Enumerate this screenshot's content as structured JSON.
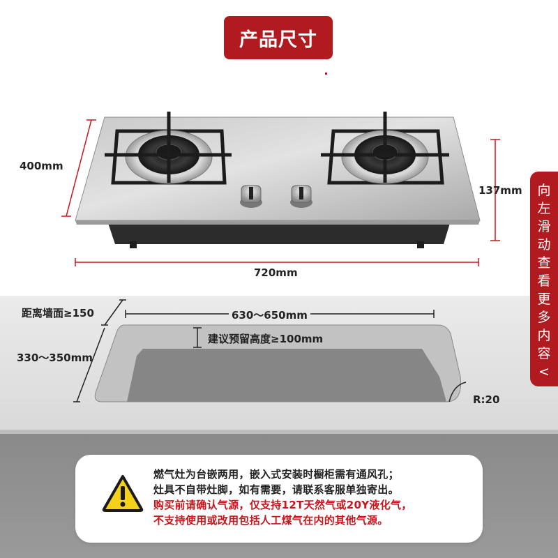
{
  "title": "产品尺寸",
  "dimensions": {
    "depth": "400mm",
    "height": "137mm",
    "width": "720mm",
    "cutout_width": "630～650mm",
    "wall_distance": "距离墙面≥150",
    "cutout_depth": "330～350mm",
    "reserved_height": "建议预留高度≥100mm",
    "corner_radius": "R:20"
  },
  "side_tab": {
    "chars": [
      "向",
      "左",
      "滑",
      "动",
      "查",
      "看",
      "更",
      "多",
      "内",
      "容",
      "<"
    ]
  },
  "notes": {
    "line1": "燃气灶为台嵌两用，嵌入式安装时橱柜需有通风孔；",
    "line2": "灶具不自带灶脚，如有需要，请联系客服单独寄出。",
    "line3": "购买前请确认气源，仅支持12T天然气或20Y液化气，",
    "line4": "不支持使用或改用包括人工煤气在内的其他气源。"
  },
  "colors": {
    "accent_red": "#b11b1f",
    "warning_yellow": "#f5d21a"
  },
  "icons": {
    "warning": "warning-triangle-icon"
  }
}
